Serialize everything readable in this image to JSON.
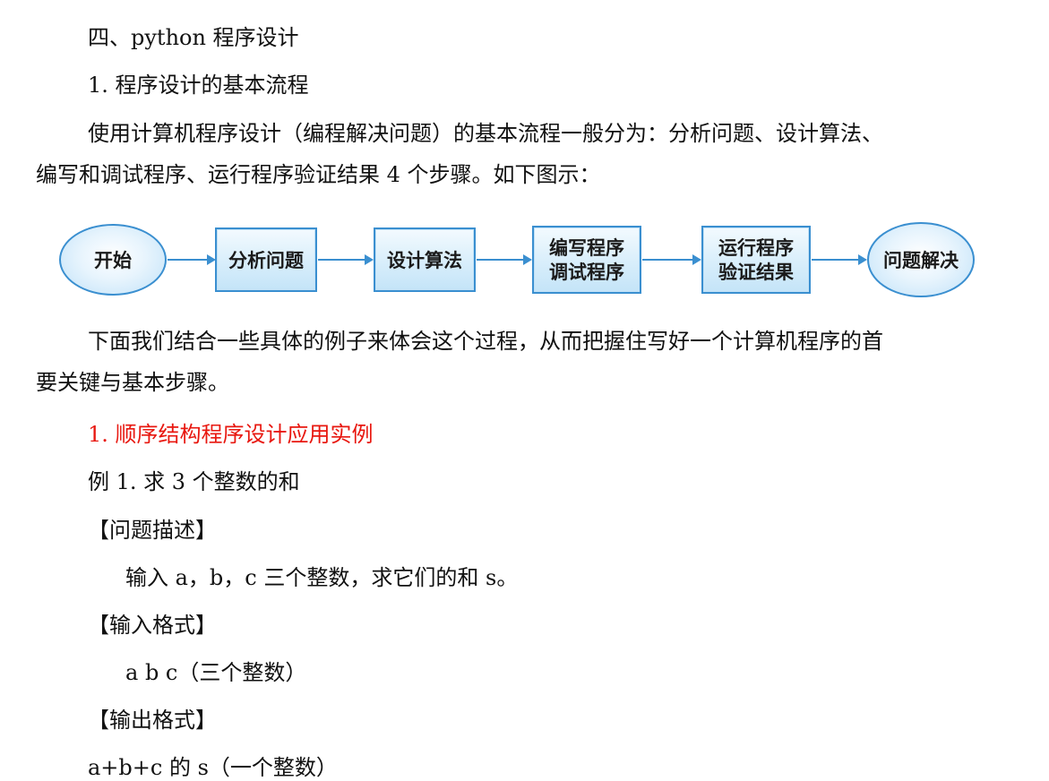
{
  "section_heading": "四、python 程序设计",
  "sub_heading": "1.  程序设计的基本流程",
  "intro_line1": "使用计算机程序设计（编程解决问题）的基本流程一般分为：分析问题、设计算法、",
  "intro_line2": "编写和调试程序、运行程序验证结果 4 个步骤。如下图示：",
  "flowchart": {
    "start": "开始",
    "step1": "分析问题",
    "step2": "设计算法",
    "step3": "编写程序\n调试程序",
    "step4": "运行程序\n验证结果",
    "end": "问题解决",
    "node_fill": "#d8eefb",
    "node_border": "#3a8fd0"
  },
  "para2_line1": "下面我们结合一些具体的例子来体会这个过程，从而把握住写好一个计算机程序的首",
  "para2_line2": "要关键与基本步骤。",
  "red_heading": "1.  顺序结构程序设计应用实例",
  "red_color": "#e8170f",
  "example_title": "例 1.  求 3  个整数的和",
  "problem_label": "【问题描述】",
  "problem_text": "输入 a，b，c 三个整数，求它们的和 s。",
  "input_label": "【输入格式】",
  "input_text": "a b c（三个整数）",
  "output_label": "【输出格式】",
  "output_text": "a+b+c 的 s（一个整数）"
}
